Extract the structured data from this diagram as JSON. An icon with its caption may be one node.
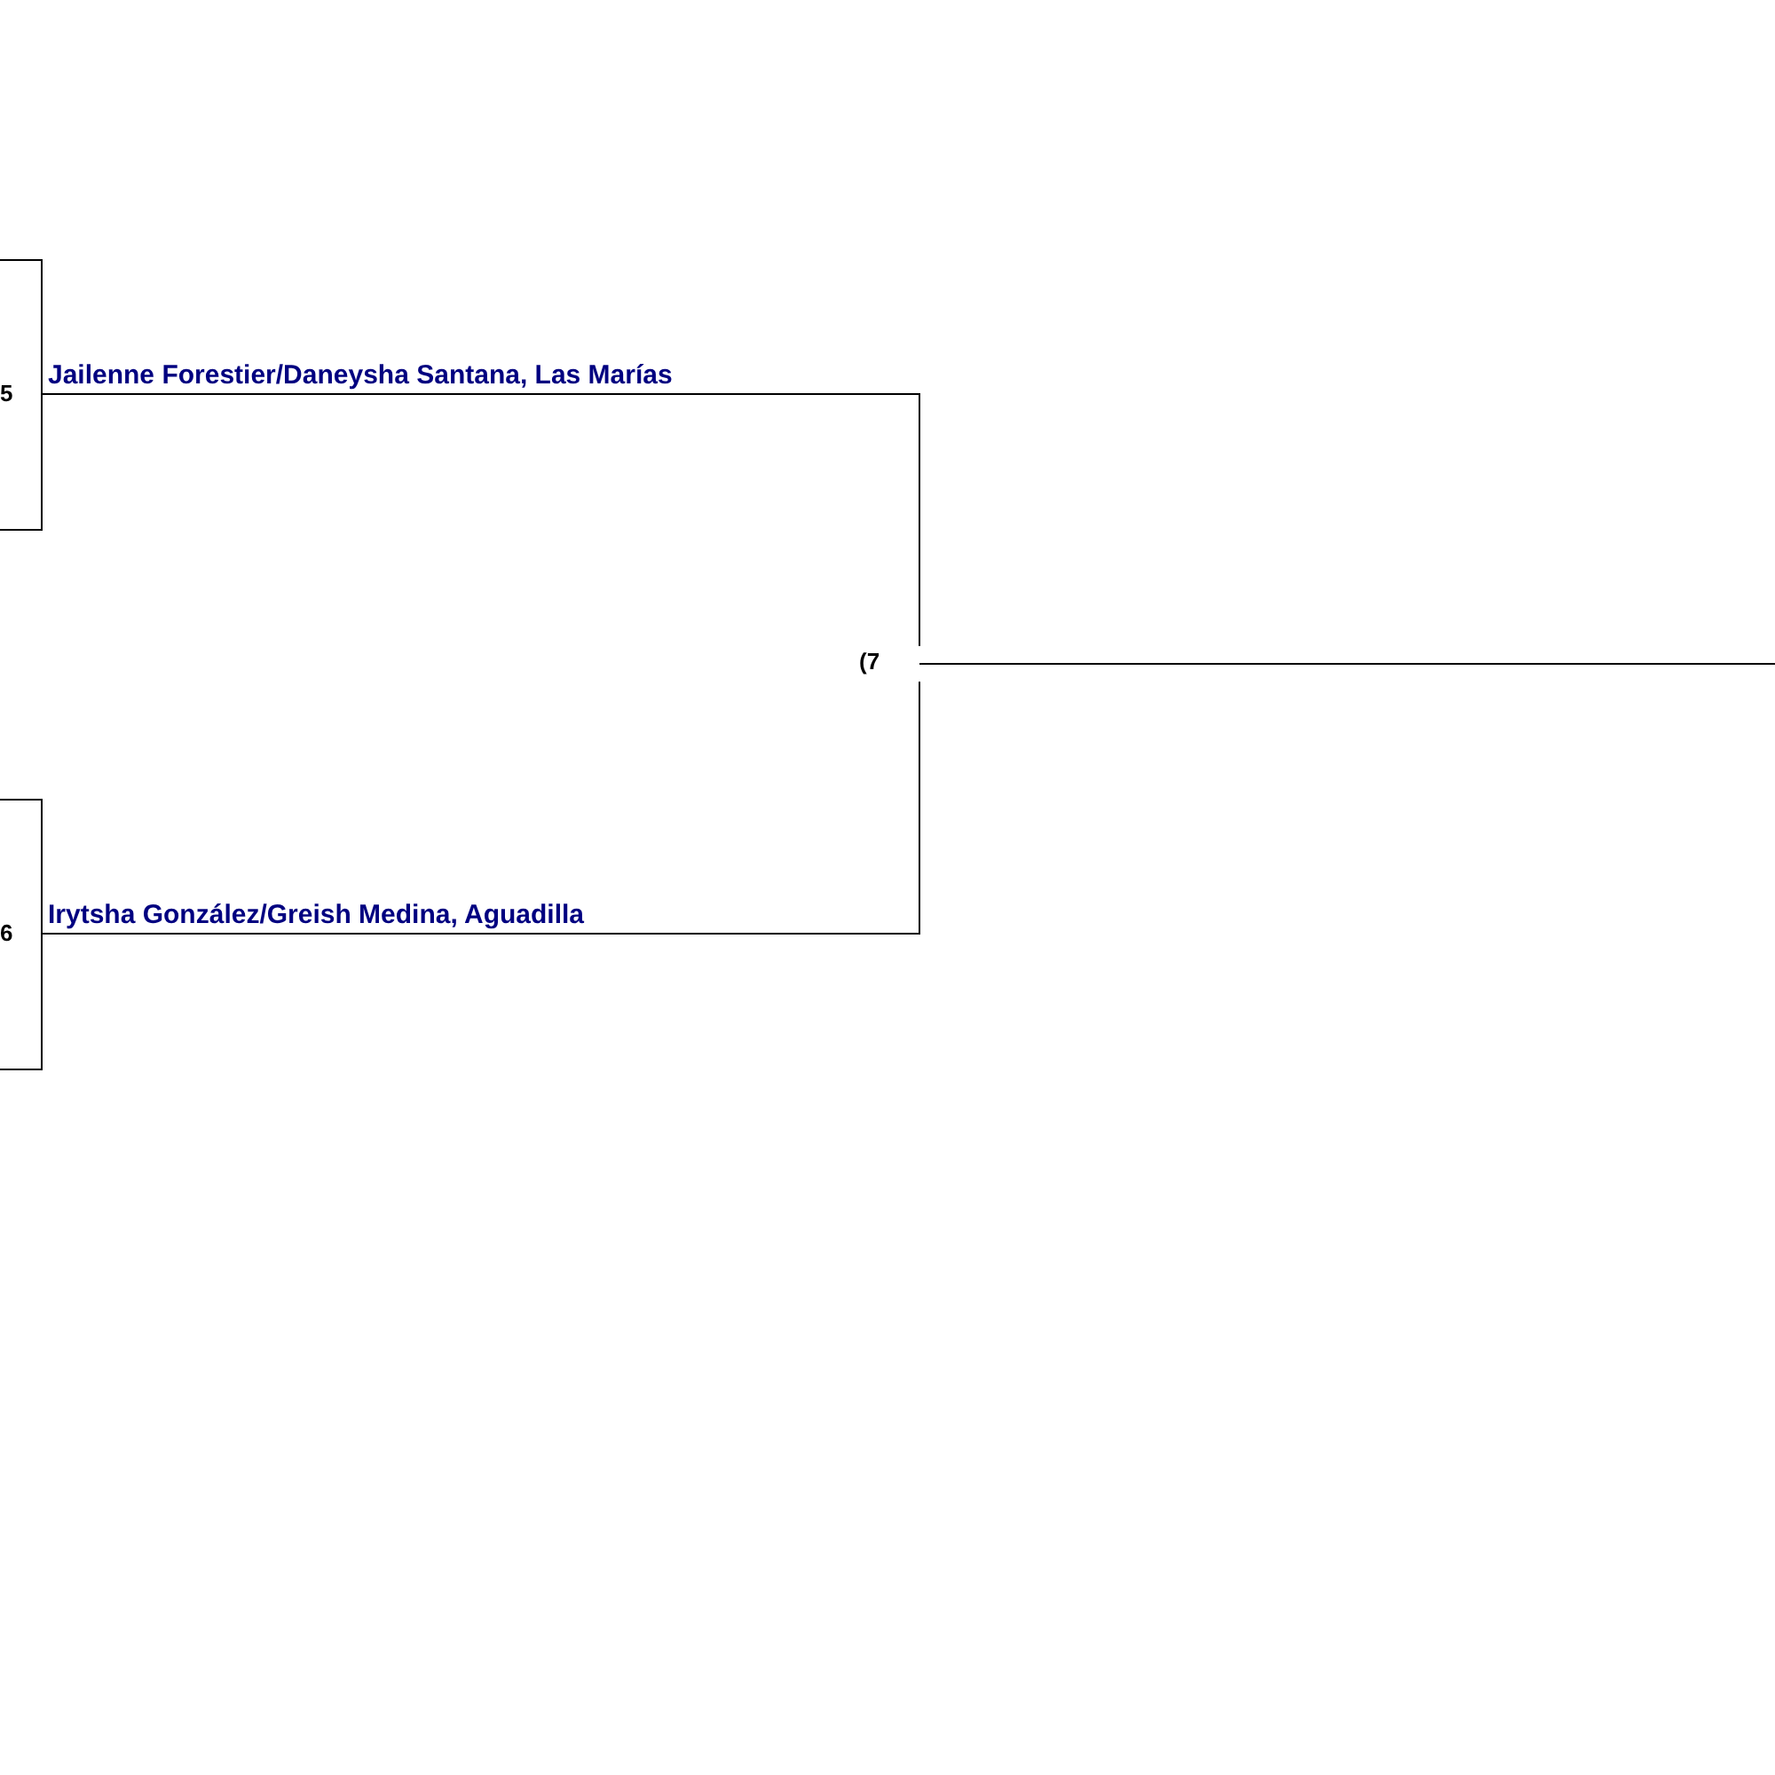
{
  "diagram": {
    "nodes": [
      {
        "text": [
          "5"
        ]
      },
      {
        "text": [
          "Jailenne Forestier/Daneysha Santana, Las Marías"
        ]
      },
      {
        "text": [
          "6"
        ]
      },
      {
        "text": [
          "Irytsha González/Greish Medina, Aguadilla"
        ]
      },
      {
        "text": [
          "(7"
        ]
      }
    ],
    "edges": [
      {
        "from": 1,
        "to": 4,
        "arrow": "none"
      },
      {
        "from": 3,
        "to": 4,
        "arrow": "none"
      },
      {
        "from": 4,
        "to": null,
        "arrow": "none"
      }
    ]
  }
}
